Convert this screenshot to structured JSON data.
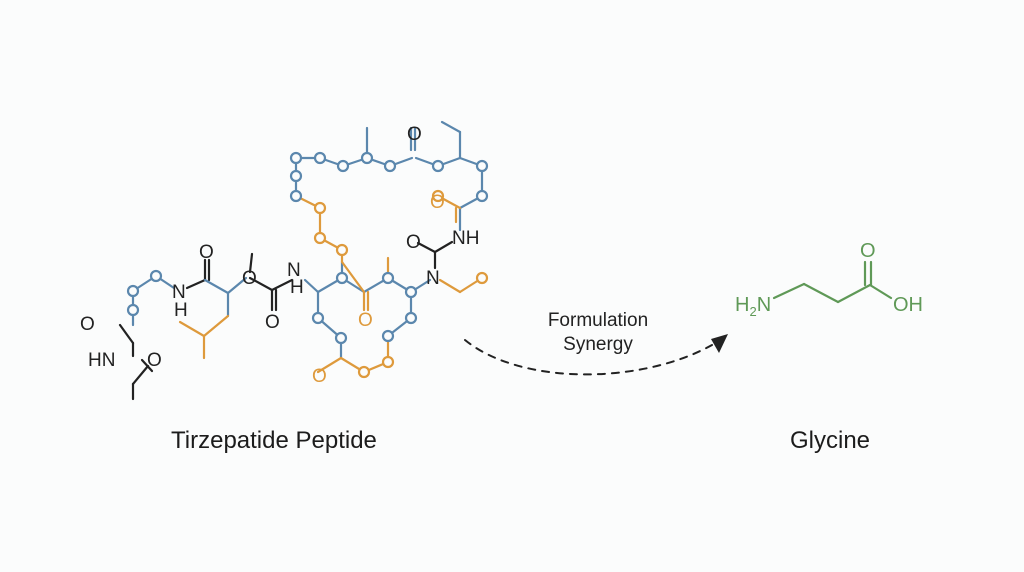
{
  "captions": {
    "peptide": "Tirzepatide Peptide",
    "glycine": "Glycine"
  },
  "arrow_label": {
    "line1": "Formulation",
    "line2": "Synergy"
  },
  "atom_labels": {
    "oxygen": "O",
    "nh": "NH",
    "hn": "HN",
    "n": "N",
    "h": "H",
    "h2n_main": "H",
    "h2n_sub": "2",
    "h2n_n": "N",
    "oh": "OH"
  },
  "colors": {
    "blue": "#5b87ad",
    "orange": "#de9a3c",
    "black": "#222222",
    "green": "#5f9957",
    "background": "#fbfcfc"
  }
}
